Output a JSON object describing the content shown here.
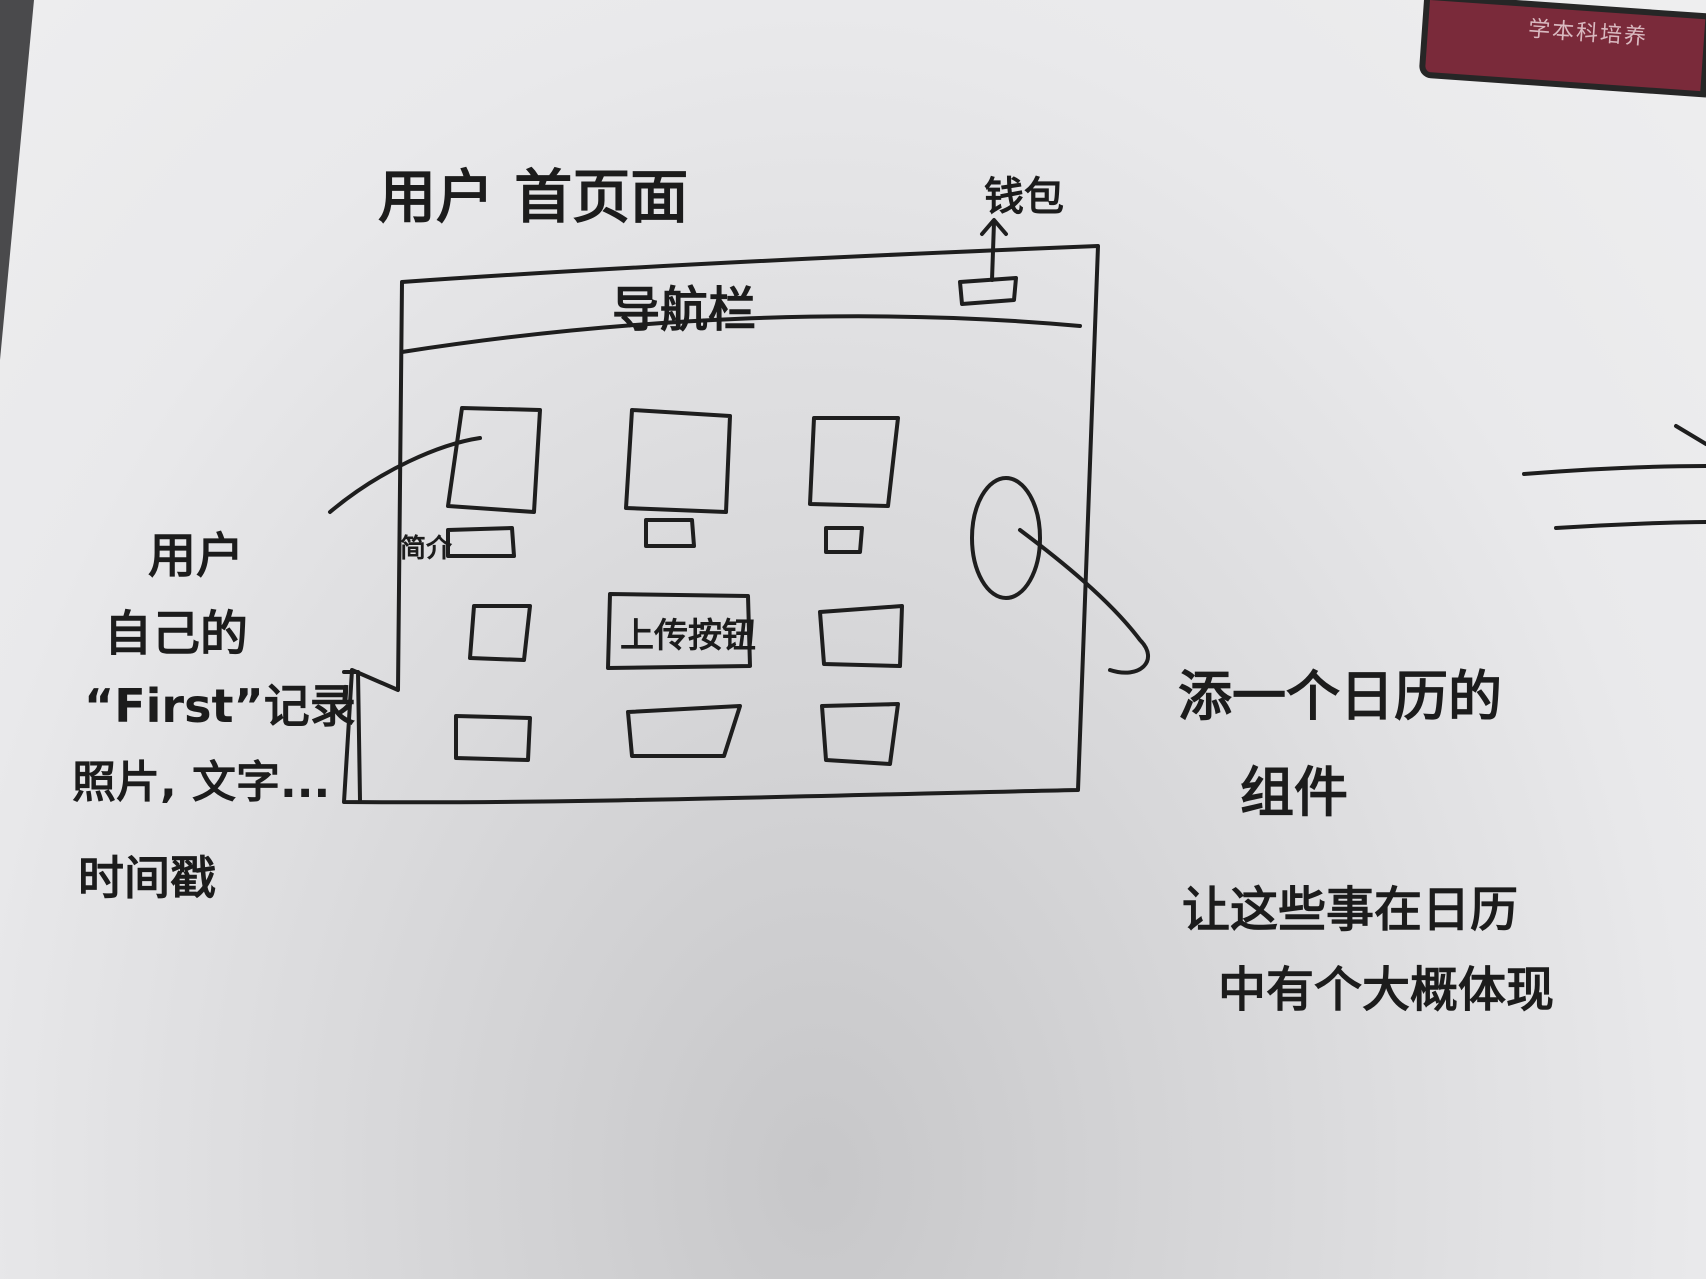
{
  "page_title": "用户 首页面",
  "nav": {
    "label": "导航栏",
    "button_label": "钱包"
  },
  "grid": {
    "card_caption": "简介",
    "center_button": "上传按钮"
  },
  "left_note": {
    "lines": [
      "用户",
      "自己的",
      "“First”记录",
      "照片, 文字...",
      "时间戳"
    ]
  },
  "right_note": {
    "lines": [
      "添一个日历的",
      "组件",
      "让这些事在日历",
      "中有个大概体现"
    ]
  },
  "book_spine": "学本科培养"
}
